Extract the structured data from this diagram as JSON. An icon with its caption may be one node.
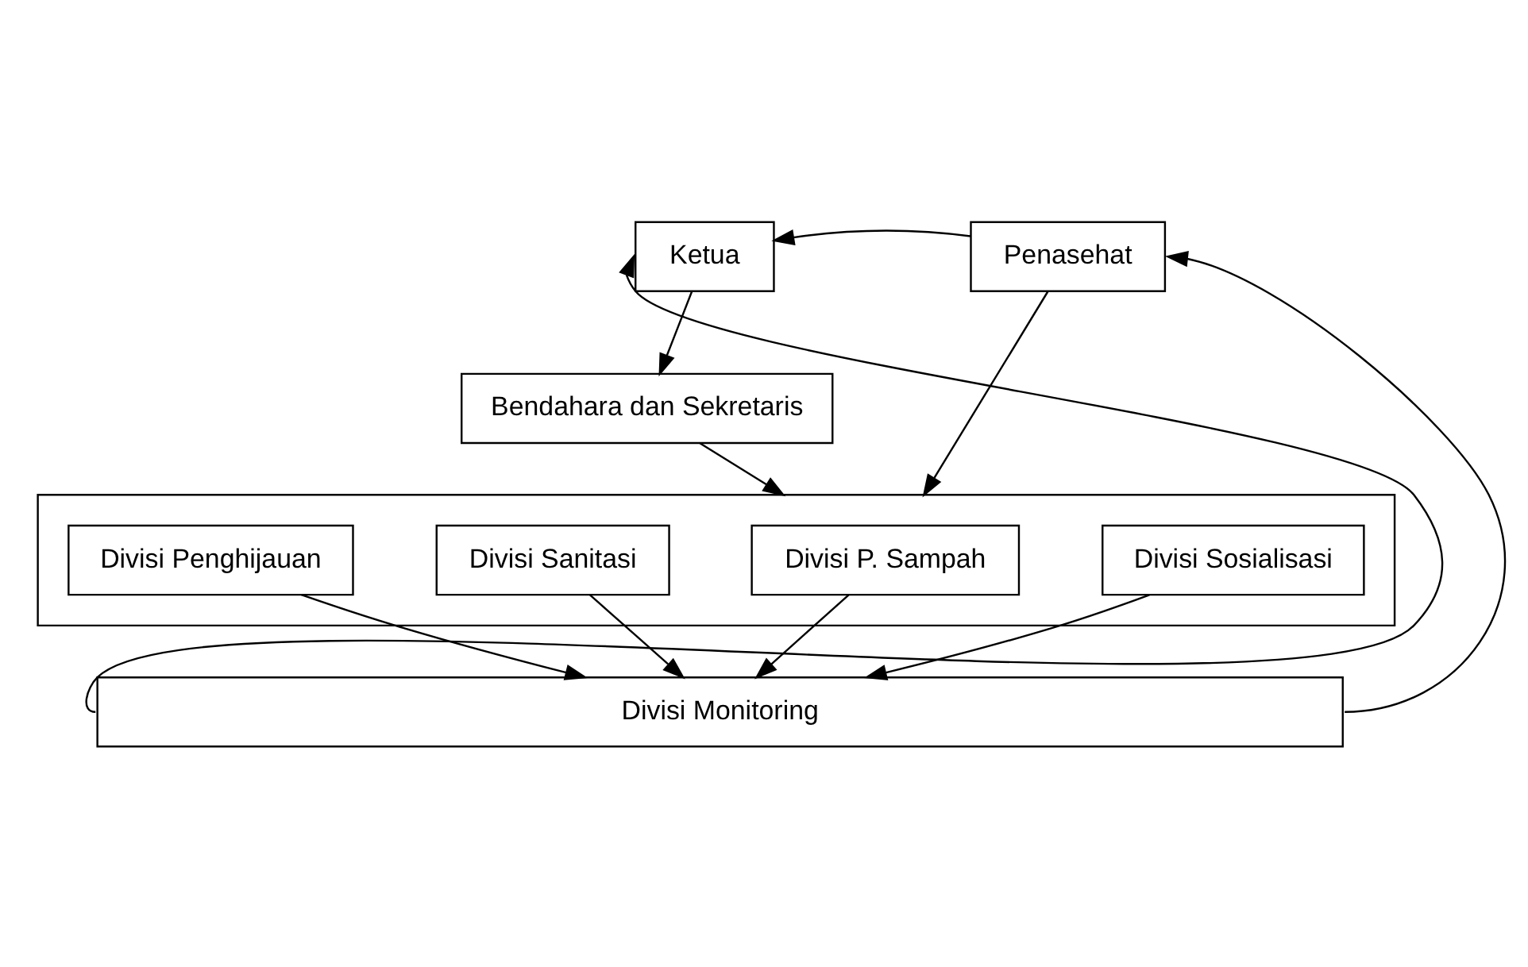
{
  "diagram": {
    "nodes": [
      {
        "text": [
          "Ketua"
        ]
      },
      {
        "text": [
          "Penasehat"
        ]
      },
      {
        "text": [
          "Bendahara dan Sekretaris"
        ]
      },
      {
        "text": [],
        "shape": "box"
      },
      {
        "text": [
          "Divisi Penghijauan"
        ],
        "in": 3
      },
      {
        "text": [
          "Divisi Sanitasi"
        ],
        "in": 3
      },
      {
        "text": [
          "Divisi P. Sampah"
        ],
        "in": 3
      },
      {
        "text": [
          "Divisi Sosialisasi"
        ],
        "in": 3
      },
      {
        "text": [
          "Divisi Monitoring"
        ]
      }
    ],
    "edges": [
      {
        "from": 1,
        "to": 0,
        "arrow": "to"
      },
      {
        "from": 0,
        "to": 2,
        "arrow": "to"
      },
      {
        "from": 2,
        "to": 3,
        "arrow": "to"
      },
      {
        "from": 1,
        "to": 3,
        "arrow": "to"
      },
      {
        "from": 4,
        "to": 8,
        "arrow": "to"
      },
      {
        "from": 5,
        "to": 8,
        "arrow": "to"
      },
      {
        "from": 6,
        "to": 8,
        "arrow": "to"
      },
      {
        "from": 7,
        "to": 8,
        "arrow": "to"
      },
      {
        "from": 8,
        "to": 0,
        "arrow": "to"
      },
      {
        "from": 8,
        "to": 1,
        "arrow": "to"
      }
    ]
  }
}
